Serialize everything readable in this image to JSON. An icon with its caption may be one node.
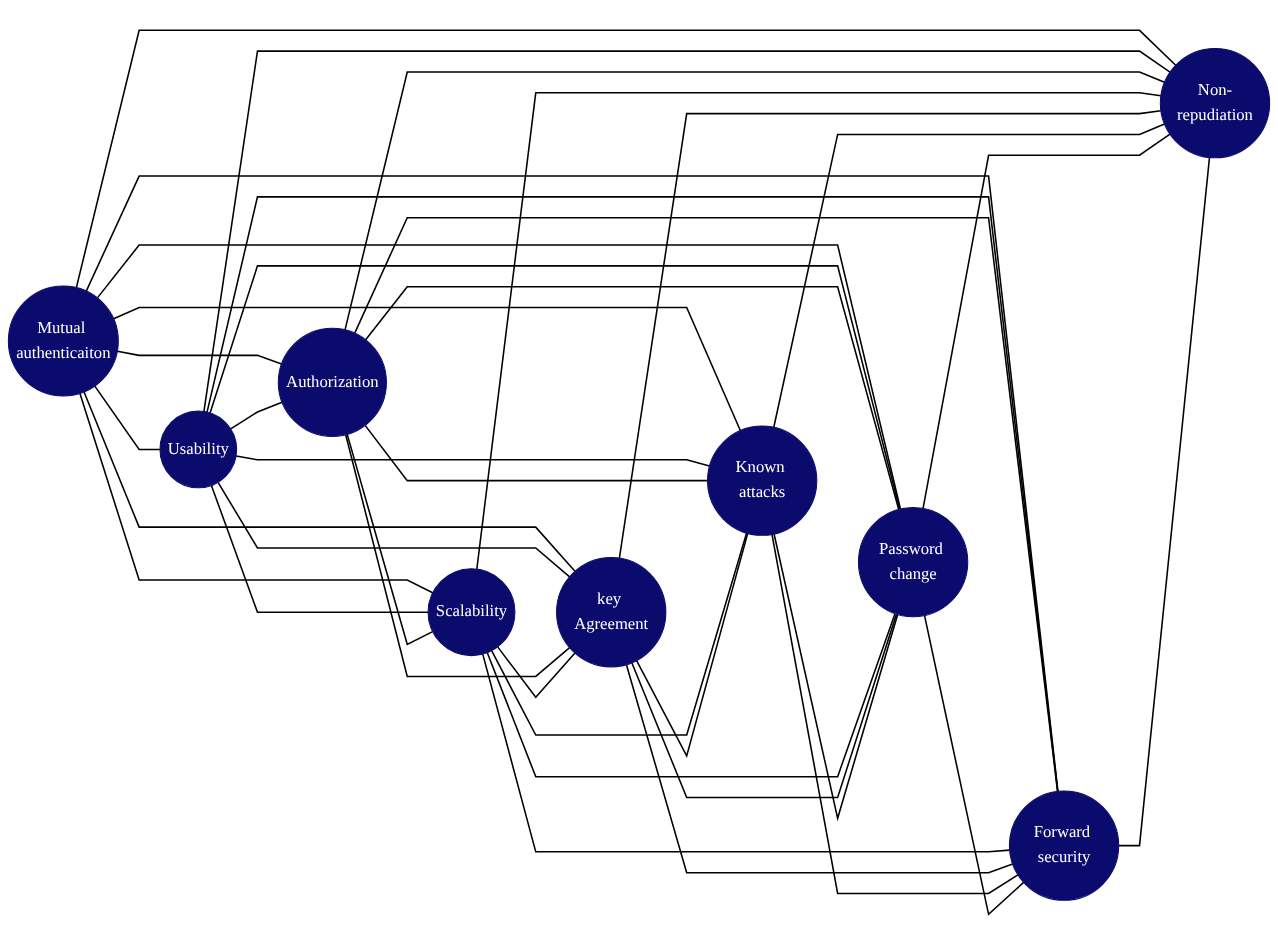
{
  "diagram": {
    "nodes": [
      {
        "text": [
          "Mutual authenticaiton"
        ]
      },
      {
        "text": [
          "Usability"
        ]
      },
      {
        "text": [
          "Authorization"
        ]
      },
      {
        "text": [
          "Scalability"
        ]
      },
      {
        "text": [
          "key Agreement"
        ]
      },
      {
        "text": [
          "Known attacks"
        ]
      },
      {
        "text": [
          "Password change"
        ]
      },
      {
        "text": [
          "Forward security"
        ]
      },
      {
        "text": [
          "Non-repudiation"
        ]
      }
    ],
    "edges": [
      {
        "from": 0,
        "to": 1,
        "arrow": "none"
      },
      {
        "from": 0,
        "to": 2,
        "arrow": "none"
      },
      {
        "from": 0,
        "to": 3,
        "arrow": "none"
      },
      {
        "from": 0,
        "to": 4,
        "arrow": "none"
      },
      {
        "from": 0,
        "to": 5,
        "arrow": "none"
      },
      {
        "from": 0,
        "to": 6,
        "arrow": "none"
      },
      {
        "from": 0,
        "to": 7,
        "arrow": "none"
      },
      {
        "from": 0,
        "to": 8,
        "arrow": "none"
      },
      {
        "from": 1,
        "to": 2,
        "arrow": "none"
      },
      {
        "from": 1,
        "to": 3,
        "arrow": "none"
      },
      {
        "from": 1,
        "to": 4,
        "arrow": "none"
      },
      {
        "from": 1,
        "to": 5,
        "arrow": "none"
      },
      {
        "from": 1,
        "to": 6,
        "arrow": "none"
      },
      {
        "from": 1,
        "to": 7,
        "arrow": "none"
      },
      {
        "from": 1,
        "to": 8,
        "arrow": "none"
      },
      {
        "from": 2,
        "to": 3,
        "arrow": "none"
      },
      {
        "from": 2,
        "to": 4,
        "arrow": "none"
      },
      {
        "from": 2,
        "to": 5,
        "arrow": "none"
      },
      {
        "from": 2,
        "to": 6,
        "arrow": "none"
      },
      {
        "from": 2,
        "to": 7,
        "arrow": "none"
      },
      {
        "from": 2,
        "to": 8,
        "arrow": "none"
      },
      {
        "from": 3,
        "to": 4,
        "arrow": "none"
      },
      {
        "from": 3,
        "to": 5,
        "arrow": "none"
      },
      {
        "from": 3,
        "to": 6,
        "arrow": "none"
      },
      {
        "from": 3,
        "to": 7,
        "arrow": "none"
      },
      {
        "from": 3,
        "to": 8,
        "arrow": "none"
      },
      {
        "from": 4,
        "to": 5,
        "arrow": "none"
      },
      {
        "from": 4,
        "to": 6,
        "arrow": "none"
      },
      {
        "from": 4,
        "to": 7,
        "arrow": "none"
      },
      {
        "from": 4,
        "to": 8,
        "arrow": "none"
      },
      {
        "from": 5,
        "to": 6,
        "arrow": "none"
      },
      {
        "from": 5,
        "to": 7,
        "arrow": "none"
      },
      {
        "from": 5,
        "to": 8,
        "arrow": "none"
      },
      {
        "from": 6,
        "to": 7,
        "arrow": "none"
      },
      {
        "from": 6,
        "to": 8,
        "arrow": "none"
      },
      {
        "from": 7,
        "to": 8,
        "arrow": "none"
      }
    ]
  }
}
